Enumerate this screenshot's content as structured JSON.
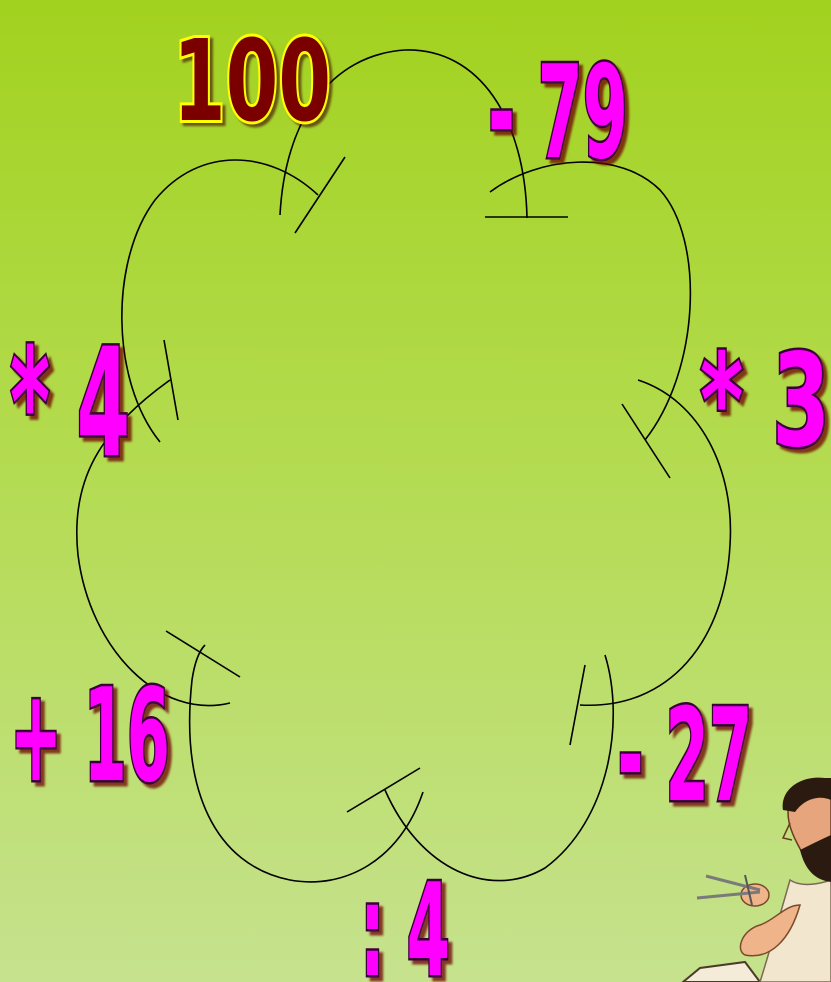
{
  "start_number": "100",
  "steps": [
    {
      "id": "minus-79",
      "text": "- 79"
    },
    {
      "id": "times-3",
      "text": "* 3"
    },
    {
      "id": "minus-27",
      "text": "- 27"
    },
    {
      "id": "divide-4",
      "text": ": 4"
    },
    {
      "id": "plus-16",
      "text": "+ 16"
    },
    {
      "id": "times-4",
      "text": "* 4"
    }
  ],
  "colors": {
    "operation_fill": "#ff00ff",
    "start_fill": "#7a0000",
    "start_outline": "#ffff00",
    "background_top": "#a2d21f",
    "background_bottom": "#c6e28e"
  },
  "icons": {
    "flower": "flower-outline-icon",
    "character": "bearded-scholar-with-compass-icon"
  }
}
